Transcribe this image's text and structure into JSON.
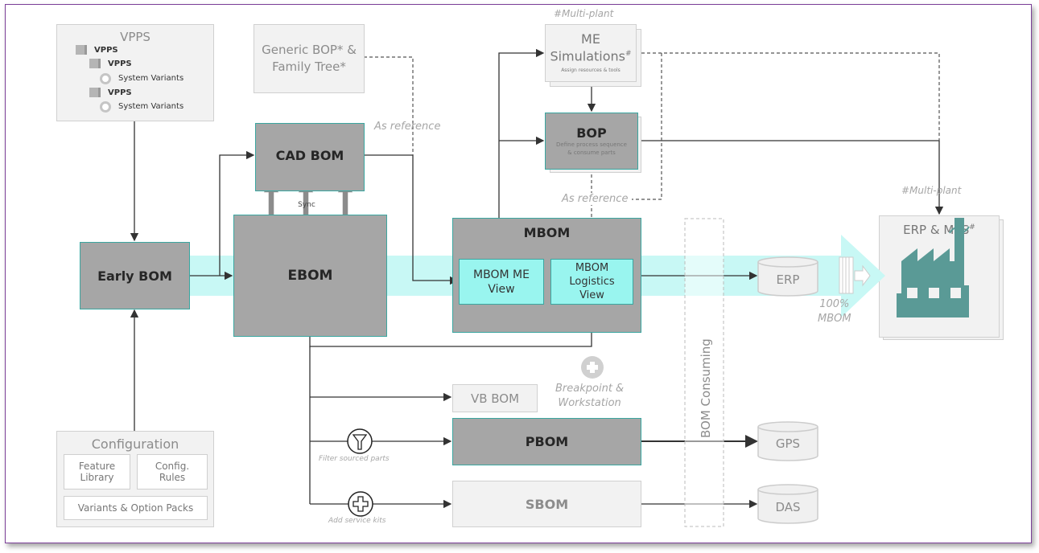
{
  "colors": {
    "frame": "#7b3f98",
    "teal": "#3aa6a0",
    "cyan": "#99f5ef",
    "flow_band": "#c8f8f5",
    "dark_box": "#a6a6a6",
    "light_box": "#f2f2f2",
    "factory": "#5a9a96"
  },
  "vpps": {
    "title": "VPPS",
    "tree": [
      {
        "label": "VPPS",
        "icon": "cube-icon"
      },
      {
        "label": "VPPS",
        "icon": "cube-icon"
      },
      {
        "label": "System Variants",
        "icon": "ring-icon"
      },
      {
        "label": "VPPS",
        "icon": "cube-icon"
      },
      {
        "label": "System Variants",
        "icon": "ring-icon"
      }
    ]
  },
  "generic_bop": {
    "line1": "Generic BOP* &",
    "line2": "Family Tree*"
  },
  "cad_bom": "CAD BOM",
  "sync": "Sync",
  "ebom": "EBOM",
  "early_bom": "Early BOM",
  "configuration": {
    "title": "Configuration",
    "feature_library": {
      "line1": "Feature",
      "line2": "Library"
    },
    "config_rules": {
      "line1": "Config.",
      "line2": "Rules"
    },
    "variants": "Variants & Option Packs"
  },
  "me_sim": {
    "top_note": "#Multi-plant",
    "line1": "ME",
    "line2": "Simulations",
    "sup": "#",
    "sub": "Assign resources & tools"
  },
  "bop": {
    "title": "BOP",
    "sub1": "Define process sequence",
    "sub2": "& consume parts"
  },
  "as_reference_1": "As reference",
  "as_reference_2": "As reference",
  "mbom": {
    "title": "MBOM",
    "me_view": {
      "line1": "MBOM ME",
      "line2": "View"
    },
    "logistics_view": {
      "line1": "MBOM",
      "line2": "Logistics",
      "line3": "View"
    }
  },
  "breakpoint": {
    "line1": "Breakpoint &",
    "line2": "Workstation",
    "icon": "plus-circle-icon"
  },
  "vb_bom": "VB BOM",
  "pbom": "PBOM",
  "sbom": "SBOM",
  "filter_note": "Filter sourced parts",
  "service_note": "Add service kits",
  "bom_consuming": "BOM Consuming",
  "erp": "ERP",
  "gps": "GPS",
  "das": "DAS",
  "full_mbom": {
    "line1": "100%",
    "line2": "MBOM"
  },
  "erp_mes": {
    "top_note": "#Multi-plant",
    "title": "ERP & MES",
    "sup": "#",
    "icon": "factory-icon"
  }
}
